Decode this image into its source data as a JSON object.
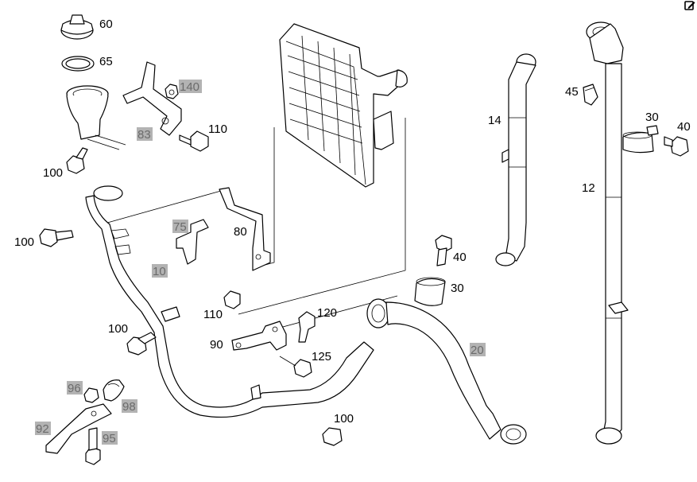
{
  "diagram": {
    "labels": {
      "p60": "60",
      "p65": "65",
      "p140": "140",
      "p83": "83",
      "p110a": "110",
      "p100a": "100",
      "p100b": "100",
      "p75": "75",
      "p80": "80",
      "p10": "10",
      "p110b": "110",
      "p100c": "100",
      "p120": "120",
      "p90": "90",
      "p125": "125",
      "p96": "96",
      "p98": "98",
      "p92": "92",
      "p95": "95",
      "p100d": "100",
      "p40a": "40",
      "p30a": "30",
      "p20": "20",
      "p45": "45",
      "p14": "14",
      "p30b": "30",
      "p40b": "40",
      "p12": "12"
    },
    "highlighted_labels": [
      "140",
      "83",
      "75",
      "10",
      "96",
      "98",
      "92",
      "95",
      "20"
    ]
  },
  "toolbar": {
    "edit_icon": "edit-icon"
  },
  "colors": {
    "highlight_box": "#b3b3b3",
    "highlight_text": "#6b6b6b",
    "line": "#000000"
  }
}
